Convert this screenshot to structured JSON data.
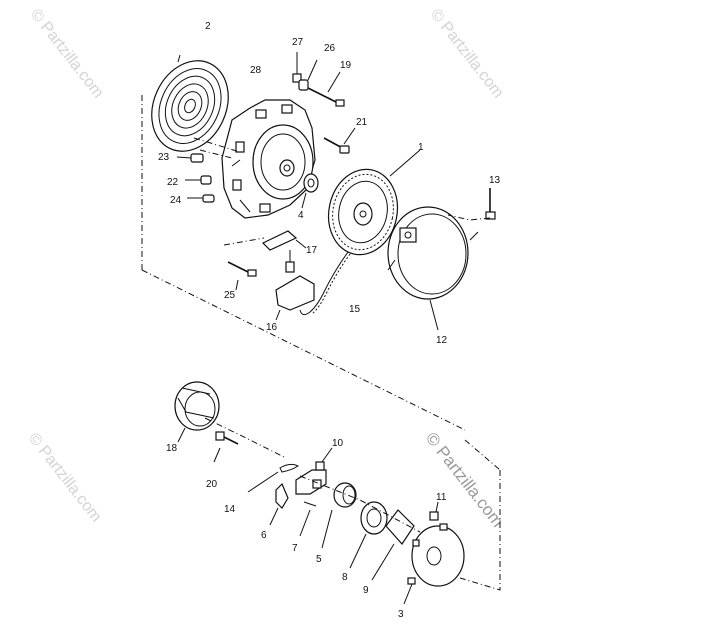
{
  "watermarks": {
    "small": "© Partzilla.com",
    "large": "© Partzilla.com"
  },
  "labels": {
    "p1": "1",
    "p2": "2",
    "p3": "3",
    "p4": "4",
    "p5": "5",
    "p6": "6",
    "p7": "7",
    "p8": "8",
    "p9": "9",
    "p10": "10",
    "p11": "11",
    "p12": "12",
    "p13": "13",
    "p14": "14",
    "p15": "15",
    "p16": "16",
    "p17": "17",
    "p18": "18",
    "p19": "19",
    "p20": "20",
    "p21": "21",
    "p22": "22",
    "p23": "23",
    "p24": "24",
    "p25": "25",
    "p26": "26",
    "p27": "27",
    "p28": "28"
  }
}
